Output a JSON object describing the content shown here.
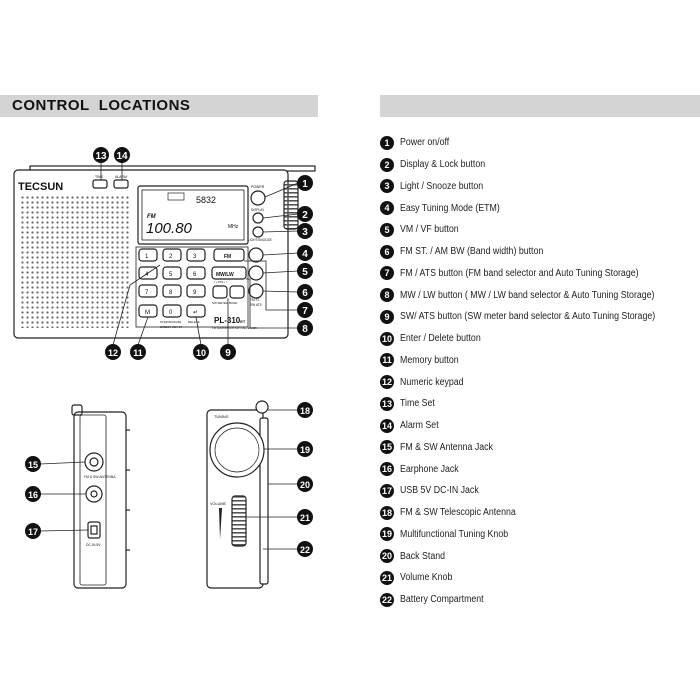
{
  "section_title": "CONTROL  LOCATIONS",
  "device": {
    "brand": "TECSUN",
    "model": "PL-310",
    "model_suffix": "ET",
    "display_freq": "100.80",
    "display_unit": "MHz",
    "display_band": "FM",
    "display_clock": "5832",
    "top_labels": {
      "time": "TIME",
      "alarm": "ALARM",
      "power": "POWER",
      "display": "DISPLAY",
      "light": "LIGHT/SNOOZE"
    },
    "keys": [
      "1",
      "2",
      "3",
      "4",
      "5",
      "6",
      "7",
      "8",
      "9",
      "M",
      "0",
      "↵"
    ],
    "band_buttons": {
      "fm": "FM",
      "mwlw": "MW/LW",
      "sw_meter": "SW METER BAND",
      "fm_st": "FM ST.",
      "sw_ats": "SW ATS",
      "dots": "• • ATS • •"
    },
    "bottom_labels": {
      "delete": "DELETE",
      "direct_key": "DIRECT KEY IN",
      "store": "STEP/SNOOZE",
      "fm_line": "FM (EM/MW/LW/SW) RECEIVER"
    },
    "side_labels": {
      "antenna": "FM & SW ANTENNA",
      "dc_in": "DC-IN 5V"
    },
    "knob_labels": {
      "tuning": "TUNING",
      "volume": "VOLUME"
    }
  },
  "callouts": [
    {
      "n": "1",
      "label": "Power on/off"
    },
    {
      "n": "2",
      "label": "Display & Lock button"
    },
    {
      "n": "3",
      "label": "Light / Snooze button"
    },
    {
      "n": "4",
      "label": "Easy Tuning Mode (ETM)"
    },
    {
      "n": "5",
      "label": "VM / VF button"
    },
    {
      "n": "6",
      "label": "FM ST.  / AM BW (Band width) button"
    },
    {
      "n": "7",
      "label": "FM / ATS button (FM band selector and Auto Tuning Storage)"
    },
    {
      "n": "8",
      "label": "MW / LW button ( MW / LW band selector & Auto Tuning Storage)"
    },
    {
      "n": "9",
      "label": "SW/ ATS button (SW meter band selector & Auto Tuning Storage)"
    },
    {
      "n": "10",
      "label": "Enter / Delete button"
    },
    {
      "n": "11",
      "label": "Memory button"
    },
    {
      "n": "12",
      "label": "Numeric keypad"
    },
    {
      "n": "13",
      "label": "Time Set"
    },
    {
      "n": "14",
      "label": "Alarm Set"
    },
    {
      "n": "15",
      "label": "FM & SW Antenna Jack"
    },
    {
      "n": "16",
      "label": "Earphone Jack"
    },
    {
      "n": "17",
      "label": "USB 5V DC-IN Jack"
    },
    {
      "n": "18",
      "label": "FM & SW Telescopic Antenna"
    },
    {
      "n": "19",
      "label": "Multifunctional Tuning Knob"
    },
    {
      "n": "20",
      "label": "Back Stand"
    },
    {
      "n": "21",
      "label": "Volume Knob"
    },
    {
      "n": "22",
      "label": "Battery Compartment"
    }
  ]
}
